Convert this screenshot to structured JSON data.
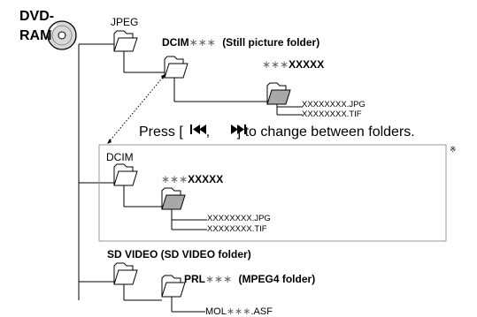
{
  "root": {
    "label_line1": "DVD-",
    "label_line2": "RAM"
  },
  "folders": {
    "jpeg": "JPEG",
    "dcim_top_name": "DCIM",
    "dcim_top_suffix": "∗∗∗",
    "dcim_top_desc": "(Still picture folder)",
    "sub_top_prefix": "∗∗∗",
    "sub_top_name": "XXXXX",
    "dcim_box": "DCIM",
    "sub_box_prefix": "∗∗∗",
    "sub_box_name": "XXXXX",
    "sd_video": "SD VIDEO (SD VIDEO folder)",
    "prl_name": "PRL",
    "prl_suffix": "∗∗∗",
    "prl_desc": "(MPEG4 folder)"
  },
  "files": {
    "top_jpg": "XXXXXXXX.JPG",
    "top_tif": "XXXXXXXX.TIF",
    "box_jpg": "XXXXXXXX.JPG",
    "box_tif": "XXXXXXXX.TIF",
    "mol_prefix": "MOL",
    "mol_stars": "∗∗∗",
    "mol_ext": ".ASF"
  },
  "instruction": {
    "before": "Press [",
    "prev_icon": "skip-previous-icon",
    "separator": ", ",
    "next_icon": "skip-next-icon",
    "after": "] to change between folders."
  },
  "note_mark": "※",
  "colors": {
    "line": "#000000",
    "box_border": "#999999",
    "folder_fill": "#ffffff",
    "folder_selected_fill": "#a8a8a8",
    "stars": "#666666"
  }
}
